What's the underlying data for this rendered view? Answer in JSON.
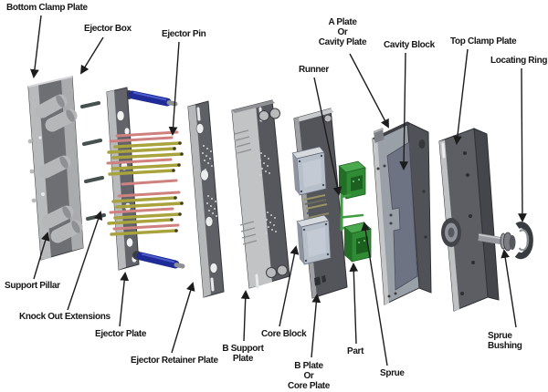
{
  "colors": {
    "background": "#ffffff",
    "label_text": "#161616",
    "arrow": "#1c1c1c",
    "plate_light": "#bfc0c2",
    "plate_mid": "#8a8b8f",
    "plate_dark": "#5b5c62",
    "core_block": "#b7bfca",
    "cavity_inset": "#6e7384",
    "pin_gold": "#a8a33c",
    "pin_salmon": "#cf8180",
    "return_pin_blue": "#1f2b96",
    "part_green": "#2f8c34",
    "part_green_dark": "#1c6020",
    "part_green_light": "#4aa94e"
  },
  "labels": [
    {
      "id": "bottom-clamp-plate",
      "text": "Bottom Clamp Plate"
    },
    {
      "id": "ejector-box",
      "text": "Ejector Box"
    },
    {
      "id": "ejector-pin",
      "text": "Ejector Pin"
    },
    {
      "id": "a-plate",
      "text": "A Plate\nOr\nCavity Plate"
    },
    {
      "id": "cavity-block",
      "text": "Cavity Block"
    },
    {
      "id": "top-clamp-plate",
      "text": "Top Clamp Plate"
    },
    {
      "id": "locating-ring",
      "text": "Locating Ring"
    },
    {
      "id": "runner",
      "text": "Runner"
    },
    {
      "id": "support-pillar",
      "text": "Support Pillar"
    },
    {
      "id": "knock-out-extensions",
      "text": "Knock Out Extensions"
    },
    {
      "id": "ejector-plate",
      "text": "Ejector Plate"
    },
    {
      "id": "ejector-retainer-plate",
      "text": "Ejector Retainer Plate"
    },
    {
      "id": "b-support-plate",
      "text": "B Support\nPlate"
    },
    {
      "id": "core-block",
      "text": "Core Block"
    },
    {
      "id": "b-plate",
      "text": "B Plate\nOr\nCore Plate"
    },
    {
      "id": "part",
      "text": "Part"
    },
    {
      "id": "sprue",
      "text": "Sprue"
    },
    {
      "id": "sprue-bushing",
      "text": "Sprue Bushing"
    }
  ]
}
